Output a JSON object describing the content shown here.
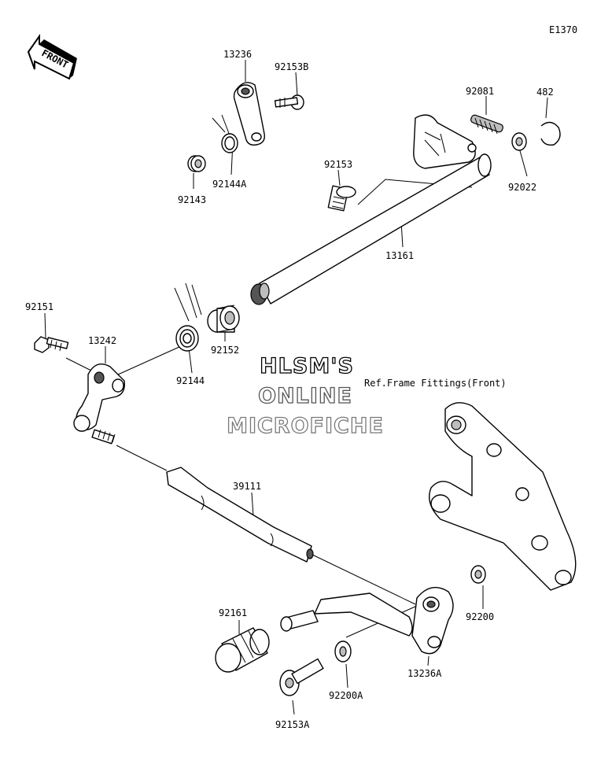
{
  "diagram_code": "E1370",
  "front_arrow_label": "FRONT",
  "ref_note": "Ref.Frame Fittings(Front)",
  "watermark": [
    "HLSM'S",
    "ONLINE",
    "MICROFICHE"
  ],
  "colors": {
    "watermark_line1": "#000000",
    "watermark_line2": "#555555",
    "watermark_line3": "#7a7a7a"
  },
  "parts": {
    "p13236": "13236",
    "p92153B": "92153B",
    "p92144A": "92144A",
    "p92143": "92143",
    "p92081": "92081",
    "p482": "482",
    "p92022": "92022",
    "p92153": "92153",
    "p13161": "13161",
    "p92151": "92151",
    "p13242": "13242",
    "p92152": "92152",
    "p92144": "92144",
    "p39111": "39111",
    "p92161": "92161",
    "p92200": "92200",
    "p13236A": "13236A",
    "p92200A": "92200A",
    "p92153A": "92153A"
  }
}
